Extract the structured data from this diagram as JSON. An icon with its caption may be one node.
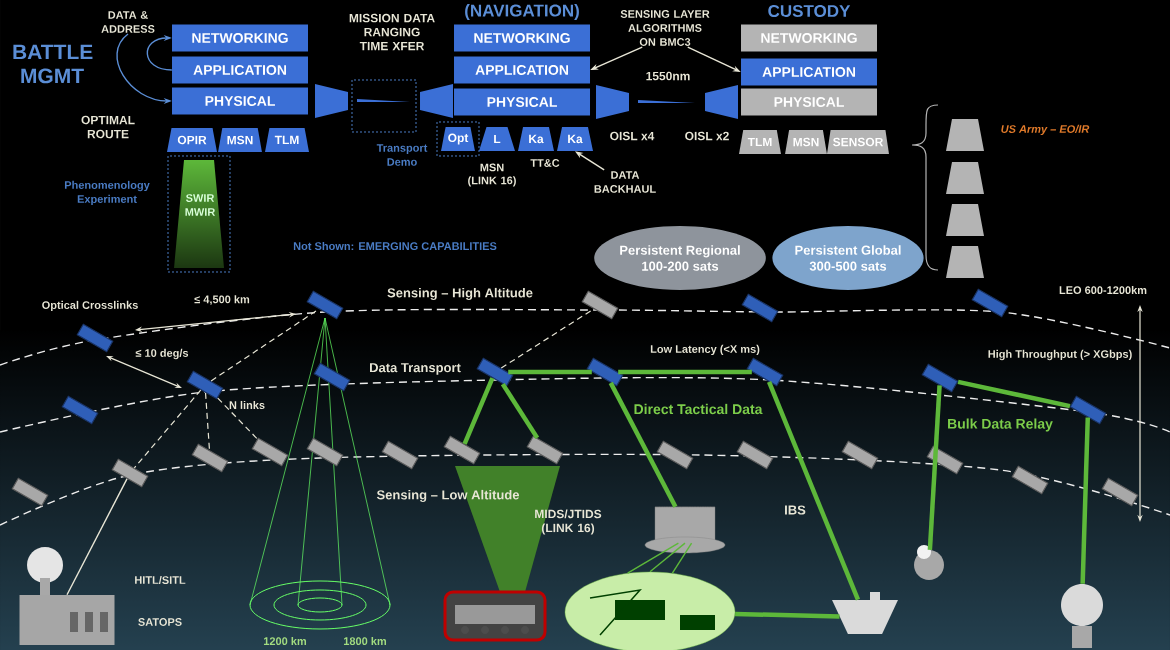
{
  "diagram": {
    "nodes": [
      {
        "text": [
          "NETWORKING"
        ]
      },
      {
        "text": [
          "APPLICATION"
        ]
      },
      {
        "text": [
          "PHYSICAL"
        ]
      },
      {
        "text": [
          "OPIR"
        ]
      },
      {
        "text": [
          "MSN"
        ]
      },
      {
        "text": [
          "TLM"
        ]
      },
      {
        "text": [
          "NETWORKING"
        ]
      },
      {
        "text": [
          "APPLICATION"
        ]
      },
      {
        "text": [
          "PHYSICAL"
        ]
      },
      {
        "text": [
          "Opt"
        ]
      },
      {
        "text": [
          "L"
        ]
      },
      {
        "text": [
          "Ka"
        ]
      },
      {
        "text": [
          "Ka"
        ]
      },
      {
        "text": [
          "NETWORKING"
        ]
      },
      {
        "text": [
          "APPLICATION"
        ]
      },
      {
        "text": [
          "PHYSICAL"
        ]
      },
      {
        "text": [
          "TLM"
        ]
      },
      {
        "text": [
          "MSN"
        ]
      },
      {
        "text": [
          "SENSOR"
        ]
      },
      {
        "text": [
          "Persistent Regional",
          "100-200 sats"
        ]
      },
      {
        "text": [
          "Persistent Global",
          "300-500 sats"
        ]
      },
      {
        "text": [
          "SENSING LAYER ALGORITHMS ON BMC3"
        ]
      },
      {
        "text": [
          "DATA BACKHAUL"
        ]
      },
      {
        "text": [
          "DATA & ADDRESS"
        ]
      },
      {
        "text": [],
        "shape": "satellite"
      },
      {
        "text": [],
        "shape": "satellite"
      },
      {
        "text": [],
        "shape": "satellite"
      },
      {
        "text": [],
        "shape": "satellite"
      },
      {
        "text": [],
        "shape": "satellite"
      },
      {
        "text": [],
        "shape": "satellite"
      },
      {
        "text": [],
        "shape": "satellite"
      },
      {
        "text": [],
        "shape": "satellite"
      },
      {
        "text": [],
        "shape": "satellite"
      },
      {
        "text": [],
        "shape": "satellite"
      },
      {
        "text": [],
        "shape": "satellite"
      },
      {
        "text": [],
        "shape": "satellite"
      },
      {
        "text": [],
        "shape": "satellite"
      },
      {
        "text": [],
        "shape": "satellite"
      },
      {
        "text": [],
        "shape": "satellite"
      },
      {
        "text": [],
        "shape": "satellite"
      },
      {
        "text": [],
        "shape": "satellite"
      },
      {
        "text": [],
        "shape": "satellite"
      },
      {
        "text": [],
        "shape": "satellite"
      },
      {
        "text": [],
        "shape": "satellite"
      },
      {
        "text": [],
        "shape": "satellite"
      },
      {
        "text": [],
        "shape": "satellite"
      },
      {
        "text": [],
        "shape": "satellite"
      },
      {
        "text": [],
        "shape": "satellite"
      },
      {
        "text": [],
        "shape": "satellite"
      },
      {
        "text": [],
        "shape": "satellite"
      },
      {
        "text": [],
        "shape": "satellite"
      },
      {
        "text": [],
        "shape": "cylinder"
      },
      {
        "text": [],
        "shape": "ellipse"
      },
      {
        "text": [],
        "shape": "vehicle"
      },
      {
        "text": [],
        "shape": "ship"
      },
      {
        "text": [],
        "shape": "dish"
      },
      {
        "text": [],
        "shape": "dish"
      },
      {
        "text": [],
        "shape": "building"
      }
    ],
    "edges": [
      {
        "from": 23,
        "to": 2,
        "arrow": "to",
        "color": "#5b8ed6"
      },
      {
        "from": 1,
        "to": 0,
        "arrow": "to",
        "color": "#5b8ed6"
      },
      {
        "from": 21,
        "to": 7,
        "arrow": "to",
        "color": "#e8e6d6"
      },
      {
        "from": 21,
        "to": 14,
        "arrow": "to",
        "color": "#e8e6d6"
      },
      {
        "from": 22,
        "to": 12,
        "arrow": "to",
        "color": "#e8e6d6"
      },
      {
        "from": 29,
        "to": 24,
        "arrow": "none",
        "style": "dashed",
        "color": "#e8e6d6"
      },
      {
        "from": 29,
        "to": 38,
        "arrow": "none",
        "style": "dashed",
        "color": "#e8e6d6"
      },
      {
        "from": 29,
        "to": 39,
        "arrow": "none",
        "style": "dashed",
        "color": "#e8e6d6"
      },
      {
        "from": 29,
        "to": 40,
        "arrow": "none",
        "style": "dashed",
        "color": "#e8e6d6"
      },
      {
        "from": 31,
        "to": 36,
        "arrow": "none",
        "style": "dashed",
        "color": "#e8e6d6"
      },
      {
        "from": 31,
        "to": 32,
        "arrow": "none",
        "style": "thick"
      },
      {
        "from": 32,
        "to": 33,
        "arrow": "none",
        "style": "thick"
      },
      {
        "from": 31,
        "to": 43,
        "arrow": "none",
        "style": "thick"
      },
      {
        "from": 31,
        "to": 44,
        "arrow": "none",
        "style": "thick"
      },
      {
        "from": 32,
        "to": 51,
        "arrow": "none",
        "style": "thick"
      },
      {
        "from": 33,
        "to": 54,
        "arrow": "none",
        "style": "thick"
      },
      {
        "from": 34,
        "to": 35,
        "arrow": "none",
        "style": "thick"
      },
      {
        "from": 34,
        "to": 55,
        "arrow": "none",
        "style": "thick"
      },
      {
        "from": 35,
        "to": 56,
        "arrow": "none",
        "style": "thick"
      },
      {
        "from": 52,
        "to": 54,
        "arrow": "none",
        "style": "thick"
      },
      {
        "from": 51,
        "to": 52,
        "arrow": "none"
      },
      {
        "from": 51,
        "to": 52,
        "arrow": "none"
      },
      {
        "from": 51,
        "to": 52,
        "arrow": "none"
      },
      {
        "from": 57,
        "to": 38,
        "arrow": "none",
        "color": "#e8e6d6"
      }
    ],
    "labels": [
      "MISSION DATA RANGING TIME XFER",
      "(NAVIGATION)",
      "CUSTODY",
      "BATTLE MGMT",
      "1550nm",
      "OPTIMAL ROUTE",
      "OISL x4",
      "OISL x2",
      "US Army – EO/IR",
      "Transport Demo",
      "MSN (LINK 16)",
      "TT&C",
      "Phenomenology Experiment",
      "SWIR MWIR",
      "Not Shown: EMERGING CAPABILITIES",
      "Optical Crosslinks",
      "≤ 4,500 km",
      "Sensing – High Altitude",
      "LEO 600-1200km",
      "≤ 10 deg/s",
      "Data Transport",
      "Low Latency (<X ms)",
      "High Throughput (> XGbps)",
      "N links",
      "Direct Tactical Data",
      "Bulk Data Relay",
      "Sensing – Low Altitude",
      "MIDS/JTIDS (LINK 16)",
      "IBS",
      "HITL/SITL",
      "SATOPS",
      "1200 km",
      "1800 km"
    ]
  }
}
